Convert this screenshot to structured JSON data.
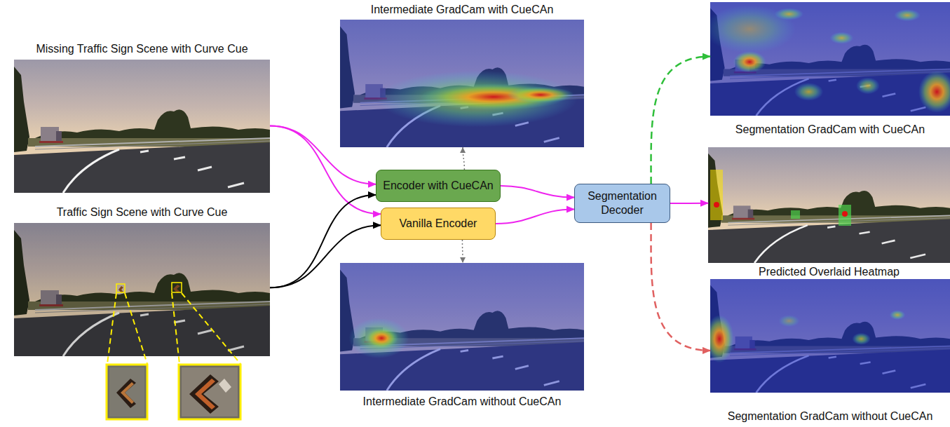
{
  "diagram": {
    "nodes": [
      {
        "text": [
          "Missing Traffic Sign Scene with Curve Cue"
        ]
      },
      {
        "text": [
          "Traffic Sign Scene with Curve Cue"
        ]
      },
      {
        "text": [
          "Intermediate GradCam with CueCAn"
        ]
      },
      {
        "text": [
          "Encoder with CueCAn"
        ]
      },
      {
        "text": [
          "Vanilla Encoder"
        ]
      },
      {
        "text": [
          "Intermediate GradCam without CueCAn"
        ]
      },
      {
        "text": [
          "Segmentation Decoder"
        ]
      },
      {
        "text": [
          "Segmentation GradCam with CueCAn"
        ]
      },
      {
        "text": [
          "Predicted Overlaid Heatmap"
        ]
      },
      {
        "text": [
          "Segmentation GradCam without CueCAn"
        ]
      }
    ],
    "edges": [
      {
        "from": 0,
        "to": 3,
        "arrow": "to"
      },
      {
        "from": 0,
        "to": 4,
        "arrow": "to"
      },
      {
        "from": 1,
        "to": 3,
        "arrow": "to"
      },
      {
        "from": 1,
        "to": 4,
        "arrow": "to"
      },
      {
        "from": 3,
        "to": 6,
        "arrow": "to"
      },
      {
        "from": 4,
        "to": 6,
        "arrow": "to"
      },
      {
        "from": 6,
        "to": 7,
        "arrow": "to"
      },
      {
        "from": 6,
        "to": 8,
        "arrow": "to"
      },
      {
        "from": 6,
        "to": 9,
        "arrow": "to"
      },
      {
        "from": 3,
        "to": 2,
        "arrow": "to"
      },
      {
        "from": 4,
        "to": 5,
        "arrow": "to"
      }
    ]
  }
}
